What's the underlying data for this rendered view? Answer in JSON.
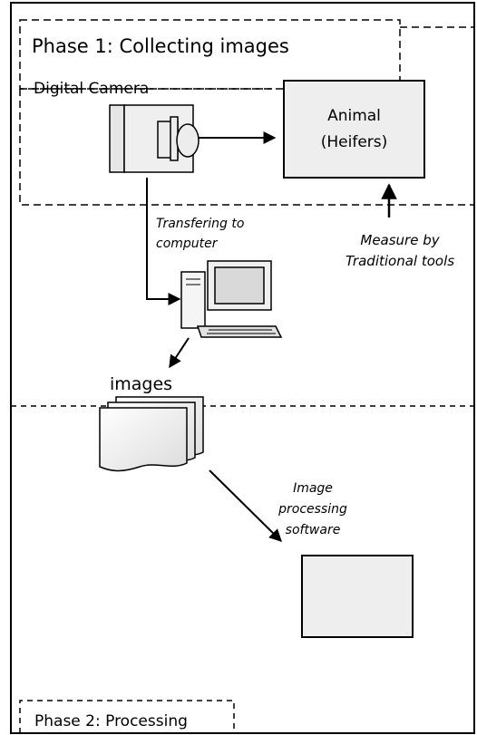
{
  "phase1": {
    "title": "Phase 1: Collecting images"
  },
  "camera": {
    "label": "Digital Camera"
  },
  "animal": {
    "line1": "Animal",
    "line2": "(Heifers)"
  },
  "measure": {
    "line1": "Measure by",
    "line2": "Traditional tools"
  },
  "transfer": {
    "line1": "Transfering to",
    "line2": "computer"
  },
  "images": {
    "label": "images"
  },
  "processing": {
    "line1": "Image",
    "line2": "processing",
    "line3": "software"
  },
  "phase2": {
    "title": "Phase 2: Processing"
  }
}
